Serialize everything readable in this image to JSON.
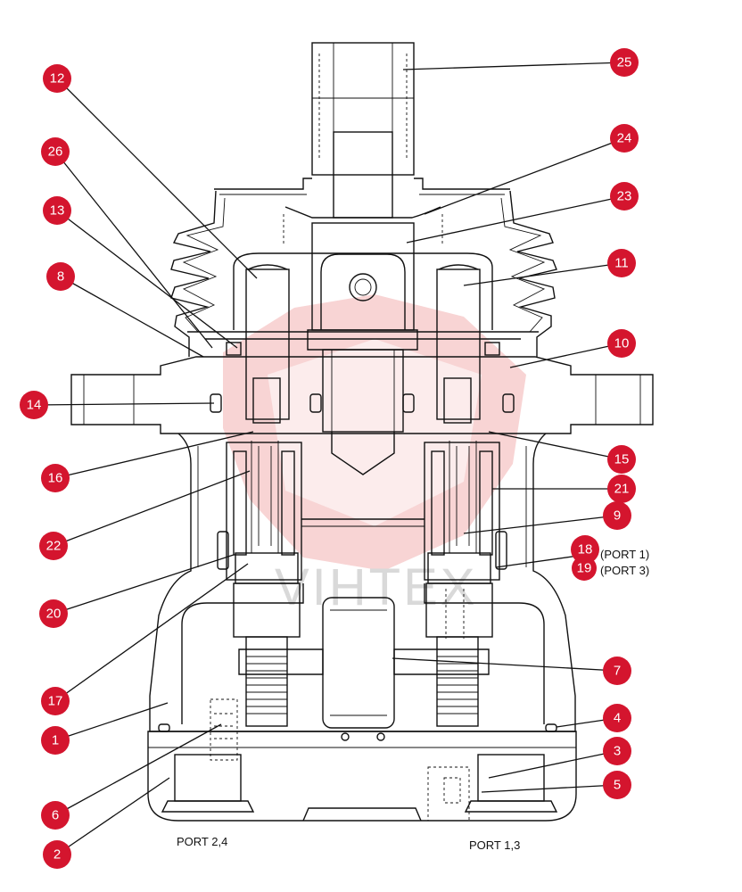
{
  "diagram": {
    "callouts": [
      {
        "num": "1"
      },
      {
        "num": "2"
      },
      {
        "num": "3"
      },
      {
        "num": "4"
      },
      {
        "num": "5"
      },
      {
        "num": "6"
      },
      {
        "num": "7"
      },
      {
        "num": "8"
      },
      {
        "num": "9"
      },
      {
        "num": "10"
      },
      {
        "num": "11"
      },
      {
        "num": "12"
      },
      {
        "num": "13"
      },
      {
        "num": "14"
      },
      {
        "num": "15"
      },
      {
        "num": "16"
      },
      {
        "num": "17"
      },
      {
        "num": "18"
      },
      {
        "num": "19"
      },
      {
        "num": "20"
      },
      {
        "num": "21"
      },
      {
        "num": "22"
      },
      {
        "num": "23"
      },
      {
        "num": "24"
      },
      {
        "num": "25"
      },
      {
        "num": "26"
      }
    ],
    "port_labels": {
      "port_1": "(PORT 1)",
      "port_3": "(PORT 3)",
      "port_24": "PORT 2,4",
      "port_13": "PORT 1,3"
    },
    "watermark": "VIHTEX",
    "colors": {
      "callout_fill": "#d4152e",
      "callout_text": "#ffffff",
      "line": "#111111",
      "watermark_red": "#f3b7b7"
    }
  }
}
